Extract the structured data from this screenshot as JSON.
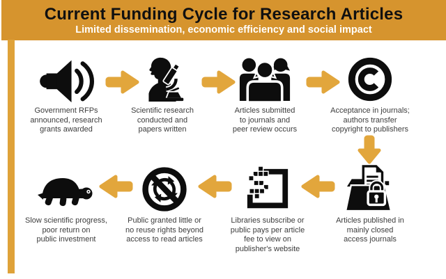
{
  "banner": {
    "title": "Current Funding Cycle for Research Articles",
    "subtitle": "Limited dissemination, economic efficiency and social impact"
  },
  "colors": {
    "banner_gold": "#D6942E",
    "accent_bar_gold": "#DFA239",
    "arrow_gold": "#E2A63C",
    "icon_black": "#0D0D0D",
    "caption_text": "#3C3C3C",
    "background": "#FFFFFF"
  },
  "steps": [
    {
      "id": 1,
      "icon": "megaphone-icon",
      "caption": "Government RFPs\nannounced, research\ngrants awarded"
    },
    {
      "id": 2,
      "icon": "researcher-microscope-icon",
      "caption": "Scientific research\nconducted and\npapers written"
    },
    {
      "id": 3,
      "icon": "people-group-icon",
      "caption": "Articles submitted\nto journals and\npeer review occurs"
    },
    {
      "id": 4,
      "icon": "copyright-icon",
      "caption": "Acceptance in journals;\nauthors transfer\ncopyright to publishers"
    },
    {
      "id": 5,
      "icon": "locked-folder-icon",
      "caption": "Articles published in\nmainly closed\naccess journals"
    },
    {
      "id": 6,
      "icon": "paywall-dollar-icon",
      "caption": "Libraries subscribe or\npublic pays per article\nfee to view on\npublisher's website"
    },
    {
      "id": 7,
      "icon": "no-reuse-icon",
      "caption": "Public granted little or\nno reuse rights beyond\naccess to read articles"
    },
    {
      "id": 8,
      "icon": "turtle-icon",
      "caption": "Slow scientific progress,\npoor return on\npublic investment"
    }
  ],
  "arrows": [
    {
      "from": 1,
      "to": 2,
      "direction": "right"
    },
    {
      "from": 2,
      "to": 3,
      "direction": "right"
    },
    {
      "from": 3,
      "to": 4,
      "direction": "right"
    },
    {
      "from": 4,
      "to": 5,
      "direction": "down"
    },
    {
      "from": 5,
      "to": 6,
      "direction": "left"
    },
    {
      "from": 6,
      "to": 7,
      "direction": "left"
    },
    {
      "from": 7,
      "to": 8,
      "direction": "left"
    }
  ]
}
